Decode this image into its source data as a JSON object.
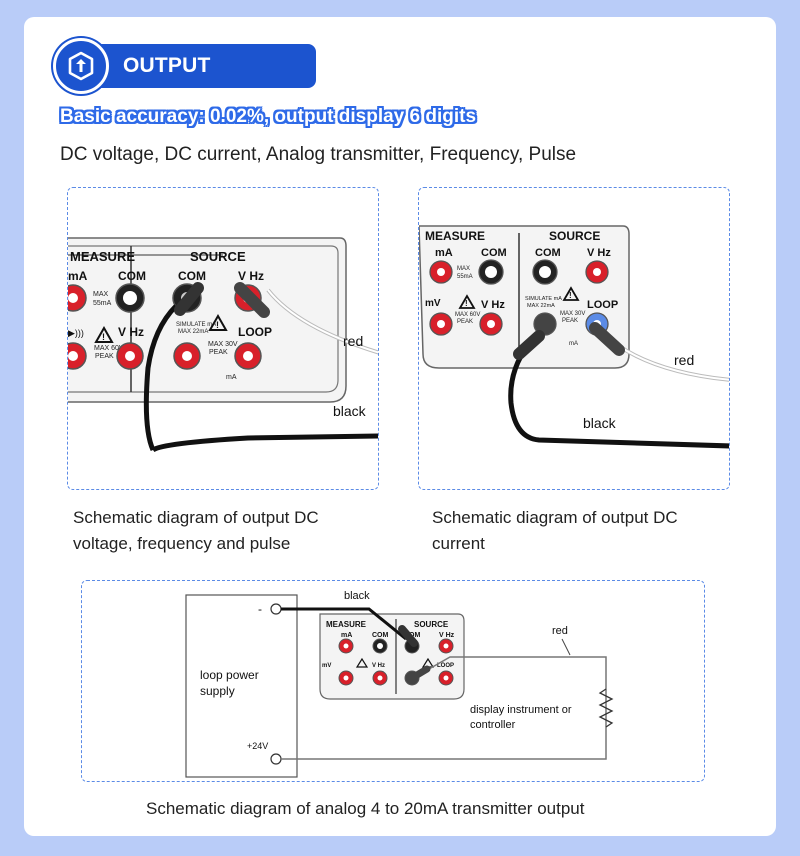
{
  "header": {
    "title": "OUTPUT FUNCTION",
    "accuracy": "Basic accuracy: 0.02%, output display 6 digits",
    "functions": "DC voltage, DC current, Analog transmitter, Frequency, Pulse"
  },
  "terminal_labels": {
    "measure": "MEASURE",
    "source": "SOURCE",
    "ma": "mA",
    "com": "COM",
    "vhz": "V Hz",
    "loop": "LOOP",
    "max55": "MAX",
    "max55b": "55mA",
    "max60": "MAX 60V",
    "peak": "PEAK",
    "simulate": "SIMULATE mA",
    "max22": "MAX 22mA",
    "max30": "MAX 30V",
    "ma_loop": "mA",
    "mv": "mV"
  },
  "diagram1": {
    "red": "red",
    "black": "black",
    "caption_line1": "Schematic diagram of output DC",
    "caption_line2": "voltage, frequency and pulse"
  },
  "diagram2": {
    "red": "red",
    "black": "black",
    "caption_line1": "Schematic diagram of output DC",
    "caption_line2": "current"
  },
  "diagram3": {
    "black": "black",
    "red": "red",
    "minus": "-",
    "plus24": "+24V",
    "supply_line1": "loop power",
    "supply_line2": "supply",
    "instrument_line1": "display instrument or",
    "instrument_line2": "controller",
    "caption": "Schematic diagram of analog 4 to 20mA transmitter output"
  },
  "colors": {
    "background": "#b9ccf8",
    "brand_blue": "#1c54cf",
    "terminal_red": "#d8202a",
    "frame_dash": "#5b8be6"
  }
}
